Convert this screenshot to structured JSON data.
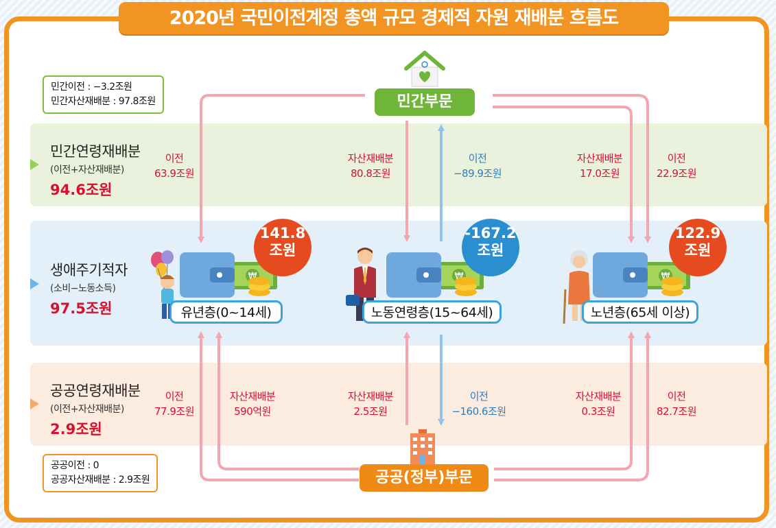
{
  "title": "2020년 국민이전계정 총액 규모 경제적 자원 재배분 흐름도",
  "colors": {
    "frame": "#f29422",
    "private_sector": "#6fb53a",
    "public_sector": "#f08a16",
    "red_text": "#d7102e",
    "blue_text": "#2a7ec4",
    "badge_red": "#e64b20",
    "badge_blue": "#2a8fce",
    "pill_border": "#3aa3dd"
  },
  "private_info": {
    "line1": "민간이전 : −3.2조원",
    "line2": "민간자산재배분 : 97.8조원"
  },
  "public_info": {
    "line1": "공공이전 : 0",
    "line2": "공공자산재배분 : 2.9조원"
  },
  "sectors": {
    "private": "민간부문",
    "private_icon": "house-heart-icon",
    "public": "공공(정부)부문",
    "public_icon": "government-building-icon"
  },
  "rows": {
    "private": {
      "title": "민간연령재배분",
      "sub": "(이전+자산재배분)",
      "value": "94.6조원"
    },
    "life": {
      "title": "생애주기적자",
      "sub": "(소비−노동소득)",
      "value": "97.5조원"
    },
    "public": {
      "title": "공공연령재배분",
      "sub": "(이전+자산재배분)",
      "value": "2.9조원"
    }
  },
  "groups": {
    "youth": {
      "label": "유년층(0~14세)",
      "badge_line1": "141.8",
      "badge_line2": "조원",
      "icon": "child-with-balloons-icon"
    },
    "working": {
      "label": "노동연령층(15~64세)",
      "badge_line1": "-167.2",
      "badge_line2": "조원",
      "icon": "businessman-icon"
    },
    "elderly": {
      "label": "노년층(65세 이상)",
      "badge_line1": "122.9",
      "badge_line2": "조원",
      "icon": "elderly-woman-icon"
    }
  },
  "private_flows": {
    "youth_transfer": {
      "l1": "이전",
      "l2": "63.9조원"
    },
    "working_asset": {
      "l1": "자산재배분",
      "l2": "80.8조원"
    },
    "working_transfer": {
      "l1": "이전",
      "l2": "−89.9조원"
    },
    "elderly_asset": {
      "l1": "자산재배분",
      "l2": "17.0조원"
    },
    "elderly_transfer": {
      "l1": "이전",
      "l2": "22.9조원"
    }
  },
  "public_flows": {
    "youth_transfer": {
      "l1": "이전",
      "l2": "77.9조원"
    },
    "youth_asset": {
      "l1": "자산재배분",
      "l2": "590억원"
    },
    "working_asset": {
      "l1": "자산재배분",
      "l2": "2.5조원"
    },
    "working_transfer": {
      "l1": "이전",
      "l2": "−160.6조원"
    },
    "elderly_asset": {
      "l1": "자산재배분",
      "l2": "0.3조원"
    },
    "elderly_transfer": {
      "l1": "이전",
      "l2": "82.7조원"
    }
  }
}
